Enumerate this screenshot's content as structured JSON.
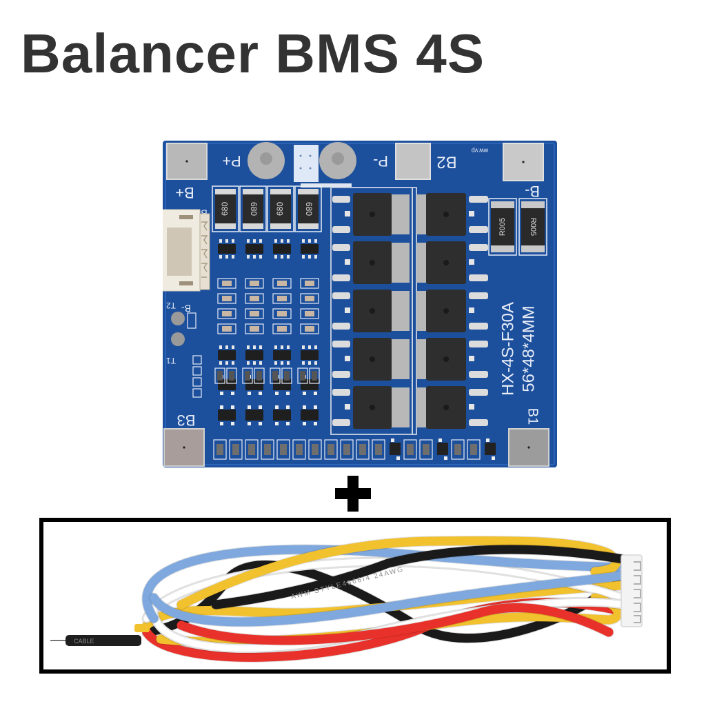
{
  "title": "Balancer BMS 4S",
  "pcb": {
    "board_color": "#1c4f9c",
    "labels": {
      "p_plus": "P+",
      "p_minus": "P-",
      "b2": "B2",
      "b_plus": "B+",
      "b_minus": "B-",
      "b_side": "B+",
      "b_minus_connector": "B-",
      "t2": "T2",
      "t1": "T1",
      "b3": "B3",
      "b1": "B1",
      "logo_mark": "ww.vp"
    },
    "model": "HX-4S-F30A",
    "dimensions": "56*48*4MM",
    "balance_resistors": [
      "680",
      "680",
      "680",
      "680"
    ],
    "shunt_resistors": [
      "R005",
      "R005"
    ],
    "mosfet_count": 10
  },
  "plus_sign": "+",
  "cable": {
    "wire_colors": [
      "#1a1a1a",
      "#7fa8de",
      "#f2c12e",
      "#ffffff",
      "#e8312a"
    ],
    "print_text": "AWM STYLE4666I4 24AWG",
    "tip_text": "CABLE"
  }
}
